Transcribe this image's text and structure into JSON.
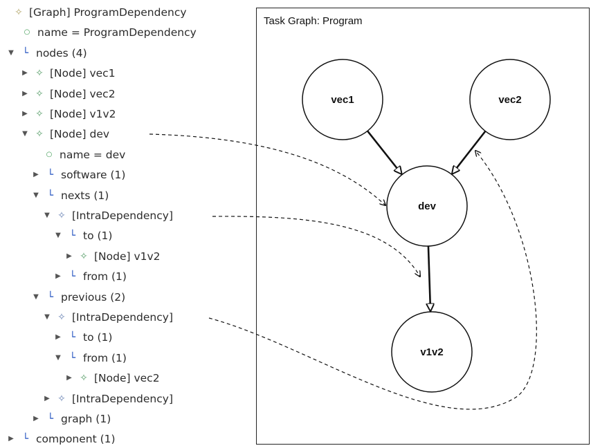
{
  "tree": {
    "rows": [
      {
        "text": "[Graph] ProgramDependency",
        "icon": "graph-icon",
        "twisty": ""
      },
      {
        "text": "name = ProgramDependency",
        "icon": "attribute-icon",
        "twisty": ""
      },
      {
        "text": "nodes (4)",
        "icon": "containment-icon",
        "twisty": "expanded"
      },
      {
        "text": "[Node] vec1",
        "icon": "node-icon",
        "twisty": "collapsed"
      },
      {
        "text": "[Node] vec2",
        "icon": "node-icon",
        "twisty": "collapsed"
      },
      {
        "text": "[Node] v1v2",
        "icon": "node-icon",
        "twisty": "collapsed"
      },
      {
        "text": "[Node] dev",
        "icon": "node-icon",
        "twisty": "expanded"
      },
      {
        "text": "name = dev",
        "icon": "attribute-icon",
        "twisty": ""
      },
      {
        "text": "software (1)",
        "icon": "reference-icon",
        "twisty": "collapsed"
      },
      {
        "text": "nexts (1)",
        "icon": "containment-icon",
        "twisty": "expanded"
      },
      {
        "text": "[IntraDependency]",
        "icon": "dependency-icon",
        "twisty": "expanded"
      },
      {
        "text": "to (1)",
        "icon": "reference-icon",
        "twisty": "expanded"
      },
      {
        "text": "[Node] v1v2",
        "icon": "node-icon",
        "twisty": "collapsed"
      },
      {
        "text": "from (1)",
        "icon": "container-reference-icon",
        "twisty": "collapsed"
      },
      {
        "text": "previous (2)",
        "icon": "reference-icon",
        "twisty": "expanded"
      },
      {
        "text": "[IntraDependency]",
        "icon": "dependency-icon",
        "twisty": "expanded"
      },
      {
        "text": "to (1)",
        "icon": "reference-icon",
        "twisty": "collapsed"
      },
      {
        "text": "from (1)",
        "icon": "container-reference-icon",
        "twisty": "expanded"
      },
      {
        "text": "[Node] vec2",
        "icon": "node-icon",
        "twisty": "collapsed"
      },
      {
        "text": "[IntraDependency]",
        "icon": "dependency-icon",
        "twisty": "collapsed"
      },
      {
        "text": "graph (1)",
        "icon": "container-reference-icon",
        "twisty": "collapsed"
      },
      {
        "text": "component (1)",
        "icon": "container-reference-icon",
        "twisty": "collapsed"
      }
    ]
  },
  "panel": {
    "title": "Task Graph: Program"
  },
  "graph": {
    "nodes": [
      {
        "id": "vec1",
        "label": "vec1"
      },
      {
        "id": "vec2",
        "label": "vec2"
      },
      {
        "id": "dev",
        "label": "dev"
      },
      {
        "id": "v1v2",
        "label": "v1v2"
      }
    ],
    "edges": [
      {
        "from": "vec1",
        "to": "dev"
      },
      {
        "from": "vec2",
        "to": "dev"
      },
      {
        "from": "dev",
        "to": "v1v2"
      }
    ],
    "annotations": [
      {
        "from_tree_row": 6,
        "to": "dev node"
      },
      {
        "from_tree_row": 10,
        "to": "dev to v1v2 edge"
      },
      {
        "from_tree_row": 15,
        "to": "vec2 to dev edge"
      }
    ]
  }
}
